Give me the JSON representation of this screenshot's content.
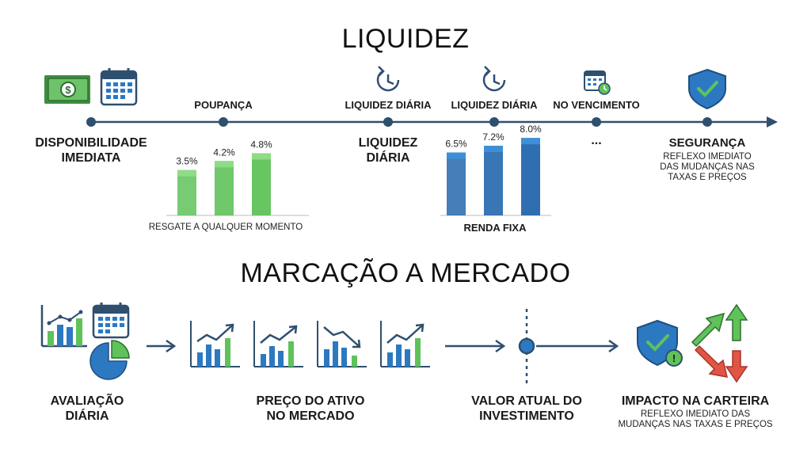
{
  "liquidez": {
    "title": "LIQUIDEZ",
    "left_label_line1": "DISPONIBILIDADE",
    "left_label_line2": "IMEDIATA",
    "poupanca_label": "POUPANÇA",
    "liq_diaria_1": "LIQUIDEZ DIÁRIA",
    "liq_diaria_2": "LIQUIDEZ DIÁRIA",
    "vencimento_label": "NO VENCIMENTO",
    "center_label_line1": "LIQUIDEZ",
    "center_label_line2": "DIÁRIA",
    "ellipsis": "...",
    "seguranca_label": "SEGURANÇA",
    "seguranca_desc_line1": "REFLEXO IMEDIATO",
    "seguranca_desc_line2": "DAS MUDANÇAS NAS",
    "seguranca_desc_line3": "TAXAS E PREÇOS",
    "poupanca_caption": "RESGATE A QUALQUER MOMENTO",
    "renda_fixa_caption": "RENDA FIXA",
    "colors": {
      "line": "#2f4f6f",
      "green": "#5fc25a",
      "blue": "#2c79c2"
    }
  },
  "chart_data": [
    {
      "type": "bar",
      "categories": [
        "",
        "",
        ""
      ],
      "values": [
        3.5,
        4.2,
        4.8
      ],
      "data_labels": [
        "3.5%",
        "4.2%",
        "4.8%"
      ],
      "xlabel": "RESGATE A QUALQUER MOMENTO",
      "ylim": [
        0,
        5.5
      ]
    },
    {
      "type": "bar",
      "categories": [
        "",
        "",
        ""
      ],
      "values": [
        6.5,
        7.2,
        8.0
      ],
      "data_labels": [
        "6.5%",
        "7.2%",
        "8.0%"
      ],
      "xlabel": "RENDA FIXA",
      "ylim": [
        0,
        9
      ]
    }
  ],
  "marcacao": {
    "title": "MARCAÇÃO A MERCADO",
    "avaliacao_line1": "AVALIAÇÃO",
    "avaliacao_line2": "DIÁRIA",
    "preco_line1": "PREÇO DO ATIVO",
    "preco_line2": "NO MERCADO",
    "valor_line1": "VALOR ATUAL DO",
    "valor_line2": "INVESTIMENTO",
    "impacto_label": "IMPACTO NA CARTEIRA",
    "impacto_desc_line1": "REFLEXO IMEDIATO DAS",
    "impacto_desc_line2": "MUDANÇAS NAS TAXAS E PREÇOS"
  }
}
